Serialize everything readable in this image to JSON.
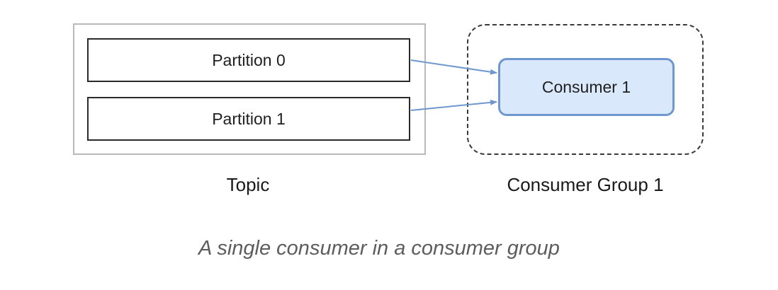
{
  "diagram": {
    "topic": {
      "label": "Topic",
      "partitions": [
        "Partition 0",
        "Partition 1"
      ]
    },
    "consumer_group": {
      "label": "Consumer Group 1",
      "consumers": [
        "Consumer 1"
      ]
    },
    "edges": [
      {
        "from": "Partition 0",
        "to": "Consumer 1"
      },
      {
        "from": "Partition 1",
        "to": "Consumer 1"
      }
    ],
    "colors": {
      "consumer_fill": "#dae8fc",
      "consumer_border": "#6e96cf",
      "arrow": "#6e96cf"
    }
  },
  "caption": "A single consumer in a consumer group"
}
